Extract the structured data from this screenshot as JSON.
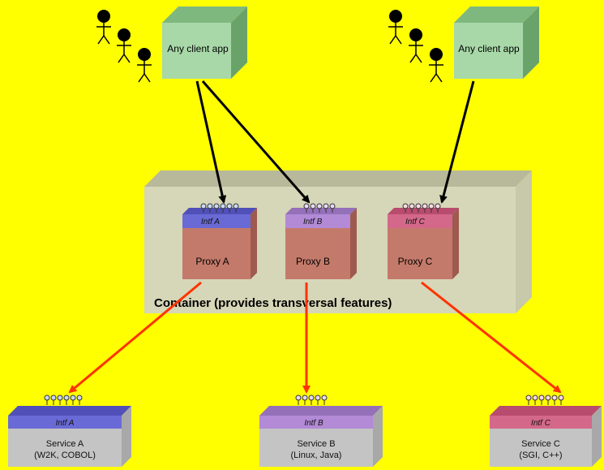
{
  "colors": {
    "background": "#ffff00",
    "client_box": "#a8d8a8",
    "container": "#d6d6b8",
    "proxy_body": "#c47a6a",
    "intf_a": "#6a6ad6",
    "intf_b": "#b28ad6",
    "intf_c": "#d4688a",
    "service_body": "#c4c4c4",
    "request_arrow": "#000000",
    "forward_arrow": "#ff3300"
  },
  "clients": [
    {
      "label": "Any client app"
    },
    {
      "label": "Any client app"
    }
  ],
  "container": {
    "label": "Container (provides transversal features)"
  },
  "proxies": [
    {
      "interface": "Intf A",
      "label": "Proxy A"
    },
    {
      "interface": "Intf B",
      "label": "Proxy B"
    },
    {
      "interface": "Intf C",
      "label": "Proxy C"
    }
  ],
  "services": [
    {
      "interface": "Intf A",
      "label": "Service A",
      "detail": "(W2K, COBOL)"
    },
    {
      "interface": "Intf B",
      "label": "Service B",
      "detail": "(Linux, Java)"
    },
    {
      "interface": "Intf C",
      "label": "Service C",
      "detail": "(SGI, C++)"
    }
  ],
  "icons": [
    "user-icon",
    "interface-port-icon"
  ]
}
